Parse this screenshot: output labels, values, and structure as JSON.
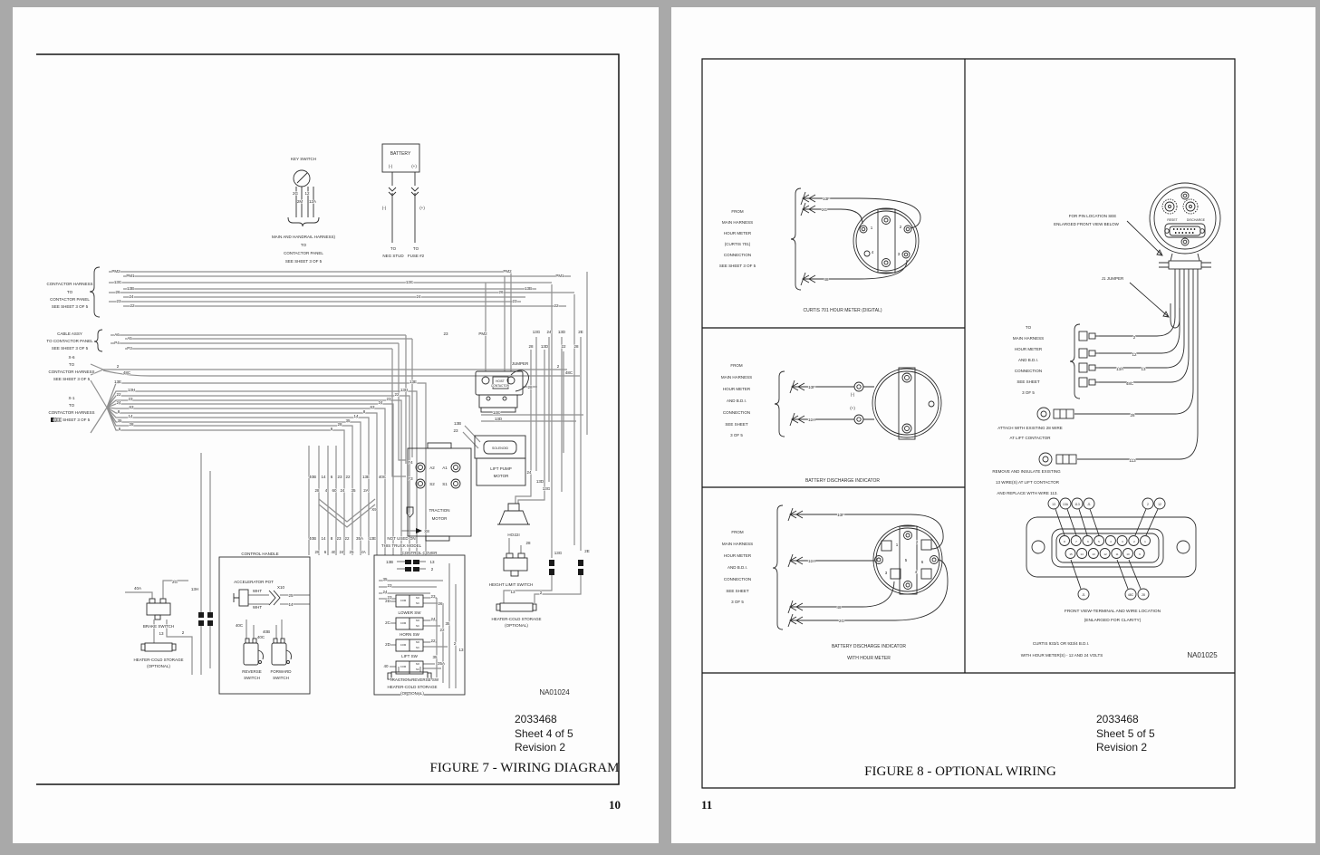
{
  "colors": {
    "background": "#a9a9a9",
    "page": "#fdfdfd",
    "line": "#2e2e2e"
  },
  "page_left": {
    "page_number": "10",
    "doc_number": "2033468",
    "sheet_label": "Sheet 4 of 5",
    "revision_label": "Revision 2",
    "figure_caption": "FIGURE 7 - WIRING DIAGRAM",
    "drawing_id": "NA01024",
    "labels": [
      [
        "KEY SWITCH",
        335,
        177
      ],
      [
        "2G",
        326,
        215
      ],
      [
        "12",
        339,
        215
      ],
      [
        "2M",
        331,
        224
      ],
      [
        "12A",
        345,
        224
      ],
      [
        "MAIN AND HANDRAIL HARNESS)",
        335,
        263
      ],
      [
        "TO",
        335,
        272
      ],
      [
        "CONTACTOR PANEL",
        335,
        281
      ],
      [
        "SEE SHEET 3 OF 5",
        335,
        290
      ],
      [
        "BATTERY",
        442,
        171,
        5
      ],
      [
        "(-)",
        431,
        185
      ],
      [
        "(+)",
        457,
        185
      ],
      [
        "(-)",
        424,
        231
      ],
      [
        "(+)",
        466,
        231
      ],
      [
        "TO",
        434,
        276
      ],
      [
        "NEG STUD",
        434,
        284
      ],
      [
        "TO",
        459,
        276
      ],
      [
        "FUSE #2",
        459,
        284
      ],
      [
        "CONTACTOR HARNESS",
        77,
        315
      ],
      [
        "TO",
        77,
        324
      ],
      [
        "CONTACTOR PANEL",
        77,
        332
      ],
      [
        "SEE SHEET 3 OF 5",
        77,
        340
      ],
      [
        "PM2",
        128,
        301
      ],
      [
        "PM1",
        144,
        306
      ],
      [
        "13C",
        130,
        313
      ],
      [
        "13B",
        144,
        320
      ],
      [
        "26",
        130,
        324
      ],
      [
        "24",
        145,
        329
      ],
      [
        "23",
        131,
        334
      ],
      [
        "22",
        146,
        339
      ],
      [
        "PM2",
        560,
        301
      ],
      [
        "PM1",
        618,
        306
      ],
      [
        "13C",
        452,
        313
      ],
      [
        "13B",
        583,
        320
      ],
      [
        "26",
        553,
        324
      ],
      [
        "24",
        462,
        329
      ],
      [
        "23",
        568,
        334
      ],
      [
        "22",
        614,
        339
      ],
      [
        "CABLE ASSY",
        77,
        370
      ],
      [
        "TO CONTACTOR PANEL",
        77,
        378
      ],
      [
        "SEE SHEET 3 OF 5",
        77,
        386
      ],
      [
        "A6",
        129,
        371
      ],
      [
        "A5",
        143,
        375
      ],
      [
        "P4",
        129,
        380
      ],
      [
        "P3",
        143,
        386
      ],
      [
        "X-6",
        79,
        396
      ],
      [
        "TO",
        79,
        404
      ],
      [
        "CONTACTOR HARNESS",
        79,
        412
      ],
      [
        "SEE SHEET 3 OF 5",
        79,
        420
      ],
      [
        "2",
        130,
        406
      ],
      [
        "48C",
        140,
        413
      ],
      [
        "2",
        616,
        406
      ],
      [
        "48C",
        628,
        413
      ],
      [
        "X-1",
        79,
        441
      ],
      [
        "TO",
        79,
        449
      ],
      [
        "CONTACTOR HARNESS",
        79,
        457
      ],
      [
        "SEE SHEET 3 OF 5",
        79,
        465
      ],
      [
        "13E",
        130,
        423
      ],
      [
        "13H",
        145,
        432
      ],
      [
        "22",
        131,
        437
      ],
      [
        "23",
        144,
        442
      ],
      [
        "24",
        131,
        446
      ],
      [
        "63",
        145,
        451
      ],
      [
        "8",
        131,
        456
      ],
      [
        "14",
        144,
        461
      ],
      [
        "35",
        132,
        466
      ],
      [
        "28",
        145,
        470
      ],
      [
        "6",
        132,
        475
      ],
      [
        "13E",
        456,
        423
      ],
      [
        "13H",
        446,
        432
      ],
      [
        "22",
        438,
        437
      ],
      [
        "23",
        429,
        442
      ],
      [
        "24",
        420,
        446
      ],
      [
        "63",
        411,
        451
      ],
      [
        "8",
        402,
        456
      ],
      [
        "14",
        393,
        461
      ],
      [
        "35",
        384,
        466
      ],
      [
        "28",
        375,
        470
      ],
      [
        "6",
        366,
        475
      ],
      [
        "40B",
        345,
        528
      ],
      [
        "14",
        357,
        528
      ],
      [
        "6",
        366,
        528
      ],
      [
        "23",
        375,
        528
      ],
      [
        "22",
        384,
        528
      ],
      [
        "13E",
        404,
        528
      ],
      [
        "40C",
        422,
        528
      ],
      [
        "28",
        350,
        543
      ],
      [
        "4",
        360,
        543
      ],
      [
        "60",
        369,
        543
      ],
      [
        "24",
        378,
        543
      ],
      [
        "35",
        390,
        543
      ],
      [
        "2A",
        404,
        543
      ],
      [
        "X9",
        413,
        564
      ],
      [
        "40B",
        345,
        596
      ],
      [
        "14",
        357,
        596
      ],
      [
        "8",
        366,
        596
      ],
      [
        "23",
        374,
        596
      ],
      [
        "22",
        383,
        596
      ],
      [
        "35A",
        397,
        596
      ],
      [
        "13E",
        411,
        596
      ],
      [
        "29",
        350,
        611
      ],
      [
        "6",
        359,
        611
      ],
      [
        "40",
        368,
        611
      ],
      [
        "24",
        377,
        611
      ],
      [
        "25",
        388,
        611
      ],
      [
        "2A",
        401,
        611
      ],
      [
        "2",
        452,
        569,
        3.2
      ],
      [
        "X8",
        471,
        588
      ],
      [
        "NOT USED ON",
        443,
        596
      ],
      [
        "THIS TRUCK MODEL",
        443,
        604
      ],
      [
        "23",
        492,
        370
      ],
      [
        "PM2",
        533,
        370
      ],
      [
        "13G",
        592,
        368
      ],
      [
        "24",
        606,
        368
      ],
      [
        "13D",
        620,
        368
      ],
      [
        "2E",
        641,
        368
      ],
      [
        "28",
        586,
        384
      ],
      [
        "13D",
        601,
        384
      ],
      [
        "22",
        622,
        384
      ],
      [
        "28",
        636,
        384
      ],
      [
        "JUMPER",
        574,
        403
      ],
      [
        "HOIST",
        552,
        422,
        3.2
      ],
      [
        "CONTACTOR",
        552,
        427,
        3.2
      ],
      [
        "28",
        585,
        429
      ],
      [
        "13C",
        548,
        457
      ],
      [
        "13D",
        550,
        464
      ],
      [
        "13B",
        505,
        469
      ],
      [
        "23",
        503,
        477
      ],
      [
        "SOLENOID",
        552,
        496,
        3.5
      ],
      [
        "LIFT PUMP",
        553,
        519
      ],
      [
        "MOTOR",
        553,
        527
      ],
      [
        "24",
        584,
        523
      ],
      [
        "13D",
        596,
        533
      ],
      [
        "13G",
        603,
        541
      ],
      [
        "F4",
        453,
        512
      ],
      [
        "F3",
        453,
        530
      ],
      [
        "A2",
        477,
        518
      ],
      [
        "A1",
        491,
        518
      ],
      [
        "S2",
        477,
        536
      ],
      [
        "S1",
        491,
        536
      ],
      [
        "TRACTION",
        485,
        565
      ],
      [
        "MOTOR",
        485,
        574
      ],
      [
        "HORN",
        567,
        592
      ],
      [
        "22",
        570,
        592
      ],
      [
        "28",
        583,
        601
      ],
      [
        "13G",
        616,
        612
      ],
      [
        "2E",
        648,
        610
      ],
      [
        "HEIGHT LIMIT SWITCH",
        564,
        647
      ],
      [
        "13",
        566,
        655
      ],
      [
        "2",
        597,
        656
      ],
      [
        "HEATER-COLD STORAGE",
        570,
        685
      ],
      [
        "(OPTIONAL)",
        570,
        692
      ],
      [
        "NA01024",
        612,
        767,
        8
      ],
      [
        "CONTROL COVER",
        463,
        612
      ],
      [
        "13B",
        430,
        622
      ],
      [
        "13",
        477,
        622
      ],
      [
        "2",
        477,
        630
      ],
      [
        "35",
        425,
        641
      ],
      [
        "23",
        430,
        648
      ],
      [
        "24",
        425,
        655
      ],
      [
        "23",
        430,
        661
      ],
      [
        "2D",
        428,
        665
      ],
      [
        "LOWER SW",
        452,
        678
      ],
      [
        "23",
        478,
        660
      ],
      [
        "26",
        486,
        668
      ],
      [
        "2C",
        428,
        689
      ],
      [
        "HORN SW",
        452,
        702
      ],
      [
        "24",
        478,
        685
      ],
      [
        "22",
        488,
        697
      ],
      [
        "2D",
        428,
        713
      ],
      [
        "LIFT SW",
        452,
        726
      ],
      [
        "22",
        478,
        709
      ],
      [
        "35",
        494,
        690
      ],
      [
        "40",
        426,
        737
      ],
      [
        "TRACTION REVERSE SW",
        457,
        752
      ],
      [
        "35",
        480,
        727
      ],
      [
        "35A",
        487,
        734
      ],
      [
        "2",
        502,
        712
      ],
      [
        "13",
        509,
        719
      ],
      [
        "COM",
        445,
        664,
        2.8
      ],
      [
        "NO",
        461,
        661,
        2.8
      ],
      [
        "NC",
        461,
        667,
        2.8
      ],
      [
        "COM",
        445,
        689,
        2.8
      ],
      [
        "NO",
        461,
        686,
        2.8
      ],
      [
        "NC",
        461,
        692,
        2.8
      ],
      [
        "COM",
        445,
        713,
        2.8
      ],
      [
        "NO",
        461,
        710,
        2.8
      ],
      [
        "NC",
        461,
        716,
        2.8
      ],
      [
        "COM",
        445,
        737,
        2.8
      ],
      [
        "NO",
        461,
        734,
        2.8
      ],
      [
        "NC",
        461,
        740,
        2.8
      ],
      [
        "HEATER-COLD STORAGE",
        455,
        760
      ],
      [
        "(OPTIONAL)",
        455,
        767
      ],
      [
        "CONTROL HANDLE",
        287,
        613
      ],
      [
        "ACCELERATOR POT",
        280,
        644
      ],
      [
        "X10",
        310,
        650
      ],
      [
        "WHT",
        284,
        654
      ],
      [
        "WHT",
        284,
        672
      ],
      [
        "25",
        321,
        659
      ],
      [
        "14",
        321,
        669
      ],
      [
        "40C",
        264,
        692
      ],
      [
        "40B",
        294,
        699
      ],
      [
        "40C",
        288,
        705
      ],
      [
        "REVERSE",
        278,
        743
      ],
      [
        "SWITCH",
        278,
        750
      ],
      [
        "FORWARD",
        310,
        743
      ],
      [
        "SWITCH",
        310,
        750
      ],
      [
        "40A",
        152,
        651
      ],
      [
        "2G",
        193,
        644
      ],
      [
        "13H",
        215,
        652
      ],
      [
        "BRAKE SWITCH",
        175,
        693
      ],
      [
        "13",
        178,
        701
      ],
      [
        "2",
        202,
        700
      ],
      [
        "HEATER-COLD STORAGE",
        175,
        730
      ],
      [
        "(OPTIONAL)",
        175,
        737
      ]
    ]
  },
  "page_right": {
    "page_number": "11",
    "doc_number": "2033468",
    "sheet_label": "Sheet 5 of 5",
    "revision_label": "Revision 2",
    "figure_caption": "FIGURE 8 - OPTIONAL WIRING",
    "drawing_id": "NA01025",
    "labels": [
      [
        "FROM",
        814,
        235
      ],
      [
        "MAIN HARNESS",
        814,
        247
      ],
      [
        "HOUR METER",
        814,
        259
      ],
      [
        "(CURTIS 701)",
        814,
        271
      ],
      [
        "CONNECTION",
        814,
        283
      ],
      [
        "SEE SHEET 3 OF 5",
        814,
        295
      ],
      [
        "13F",
        912,
        221
      ],
      [
        "2G",
        910,
        233
      ],
      [
        "48",
        912,
        310
      ],
      [
        "1",
        962,
        253
      ],
      [
        "2",
        994,
        252
      ],
      [
        "4",
        963,
        280
      ],
      [
        "3",
        992,
        282
      ],
      [
        "CURTIS 701 HOUR METER (DIGITAL)",
        930,
        344,
        5
      ],
      [
        "FROM",
        813,
        405
      ],
      [
        "MAIN HARNESS",
        813,
        418
      ],
      [
        "HOUR METER",
        813,
        431
      ],
      [
        "AND B.D.I.",
        813,
        444
      ],
      [
        "CONNECTION",
        813,
        457
      ],
      [
        "SEE SHEET",
        813,
        470
      ],
      [
        "3 OF 5",
        813,
        482
      ],
      [
        "13F",
        896,
        429
      ],
      [
        "12A",
        896,
        465
      ],
      [
        "(-)",
        941,
        437
      ],
      [
        "(+)",
        941,
        452
      ],
      [
        "BATTERY DISCHARGE INDICATOR",
        930,
        532,
        5
      ],
      [
        "FROM",
        814,
        589
      ],
      [
        "MAIN HARNESS",
        814,
        602
      ],
      [
        "HOUR METER",
        814,
        615
      ],
      [
        "AND B.D.I.",
        814,
        628
      ],
      [
        "CONNECTION",
        814,
        641
      ],
      [
        "SEE SHEET",
        814,
        654
      ],
      [
        "3 OF 5",
        814,
        666
      ],
      [
        "13F",
        928,
        570
      ],
      [
        "12A",
        896,
        621
      ],
      [
        "48",
        926,
        672
      ],
      [
        "2G",
        929,
        687
      ],
      [
        "1",
        990,
        603
      ],
      [
        "2",
        1012,
        600
      ],
      [
        "5",
        1000,
        620
      ],
      [
        "6",
        1018,
        622
      ],
      [
        "3",
        978,
        634
      ],
      [
        "4",
        1011,
        633
      ],
      [
        "BATTERY DISCHARGE INDICATOR",
        959,
        715,
        5
      ],
      [
        "WITH HOUR METER",
        959,
        728,
        5
      ],
      [
        "FOR PIN LOCATION SEE",
        1206,
        240
      ],
      [
        "ENLARGED FRONT VIEW BELOW",
        1199,
        249
      ],
      [
        "RESET",
        1294,
        244,
        3.4
      ],
      [
        "DISCHARGE",
        1320,
        244,
        3.4
      ],
      [
        "J1 JUMPER",
        1228,
        309
      ],
      [
        "TO",
        1135,
        363
      ],
      [
        "MAIN HARNESS",
        1135,
        375
      ],
      [
        "HOUR METER",
        1135,
        387
      ],
      [
        "AND B.D.I.",
        1135,
        399
      ],
      [
        "CONNECTION",
        1135,
        411
      ],
      [
        "SEE SHEET",
        1135,
        423
      ],
      [
        "3 OF 5",
        1135,
        435
      ],
      [
        "2",
        1252,
        374
      ],
      [
        "12",
        1252,
        393
      ],
      [
        "13A",
        1236,
        409
      ],
      [
        "13",
        1262,
        409
      ],
      [
        "48C",
        1247,
        425
      ],
      [
        "28",
        1250,
        460
      ],
      [
        "ATTACH WITH EXISTING 28 WIRE",
        1137,
        474
      ],
      [
        "AT LIFT CONTACTOR",
        1137,
        485
      ],
      [
        "113",
        1250,
        510
      ],
      [
        "REMOVE AND INSULATE EXISTING",
        1133,
        522
      ],
      [
        "13 WIRE(S) AT LIFT CONTACTOR",
        1134,
        534
      ],
      [
        "AND REPLACE WITH WIRE 113.",
        1134,
        546
      ],
      [
        "8",
        1175,
        599,
        3
      ],
      [
        "7",
        1188,
        599,
        3
      ],
      [
        "6",
        1201,
        599,
        3
      ],
      [
        "5",
        1213,
        599,
        3
      ],
      [
        "4",
        1226,
        599,
        3
      ],
      [
        "3",
        1239,
        599,
        3
      ],
      [
        "2",
        1252,
        599,
        3
      ],
      [
        "1",
        1264,
        599,
        3
      ],
      [
        "15",
        1182,
        613,
        3
      ],
      [
        "14",
        1194,
        613,
        3
      ],
      [
        "13",
        1207,
        613,
        3
      ],
      [
        "12",
        1220,
        613,
        3
      ],
      [
        "11",
        1233,
        613,
        3
      ],
      [
        "10",
        1245,
        613,
        3
      ],
      [
        "9",
        1258,
        613,
        3
      ],
      [
        "13",
        1163,
        558,
        3.4
      ],
      [
        "13A",
        1176,
        558,
        3.4
      ],
      [
        "113",
        1189,
        558,
        3.4
      ],
      [
        "J1",
        1202,
        558,
        3.4
      ],
      [
        "2",
        1267,
        558,
        3.4
      ],
      [
        "12",
        1280,
        558,
        3.4
      ],
      [
        "J1",
        1196,
        658,
        3.4
      ],
      [
        "48C",
        1248,
        658,
        3.4
      ],
      [
        "28",
        1262,
        658,
        3.4
      ],
      [
        "FRONT VIEW-TERMINAL AND WIRE LOCATION",
        1228,
        676,
        4.8
      ],
      [
        "(ENLARGED FOR CLARITY)",
        1228,
        686,
        4.8
      ],
      [
        "CURTIS 933/1 OR 933/4 B.D.I.",
        1171,
        712
      ],
      [
        "WITH HOUR METER(S) - 12 AND 24 VOLTS",
        1172,
        725
      ],
      [
        "NA01025",
        1327,
        726,
        8
      ]
    ]
  }
}
